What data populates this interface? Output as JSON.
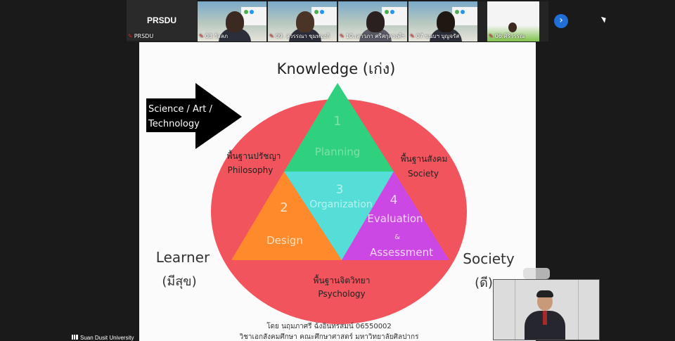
{
  "participants": {
    "first": {
      "name": "PRSDU",
      "label": "PRSDU"
    },
    "tiles": [
      {
        "label": "03.วัลลภ"
      },
      {
        "label": "09. สุวรรณา  ขุมทองกิ"
      },
      {
        "label": "10.เสาวภา ศรีสกุลวงศ์ฯ"
      },
      {
        "label": "07.ขนบฯ บุญจรัส"
      },
      {
        "label": "06.ศิริวรรณ"
      }
    ],
    "next_arrow": "›"
  },
  "slide": {
    "title": "Knowledge (เก่ง)",
    "arrow_text": [
      "Science / Art /",
      "Technology"
    ],
    "learner": "Learner",
    "learner_th": "(มีสุข)",
    "society": "Society",
    "society_th": "(ดี)",
    "philosophy_th": "พื้นฐานปรัชญา",
    "philosophy": "Philosophy",
    "sociology_th": "พื้นฐานสังคม",
    "sociology": "Society",
    "psychology_th": "พื้นฐานจิตวิทยา",
    "psychology": "Psychology",
    "triangles": [
      {
        "num": "1",
        "label": "Planning",
        "color": "#2fd17e"
      },
      {
        "num": "2",
        "label": "Design",
        "color": "#ff8a2c"
      },
      {
        "num": "3",
        "label": "Organization",
        "color": "#55ded8"
      },
      {
        "num": "4",
        "label": "Evaluation",
        "label2": "&",
        "label3": "Assessment",
        "color": "#cc48e4"
      }
    ],
    "circle_color": "#f2545d",
    "credit_line1": "โดย นฤมภาศรี ฉ้งอินทรสมน์ 06550002",
    "credit_line2": "วิชาเอกสังคมศึกษา คณะศึกษาศาสตร์ มหาวิทยาลัยศิลปากร"
  },
  "footer": {
    "org": "Suan Dusit University"
  }
}
